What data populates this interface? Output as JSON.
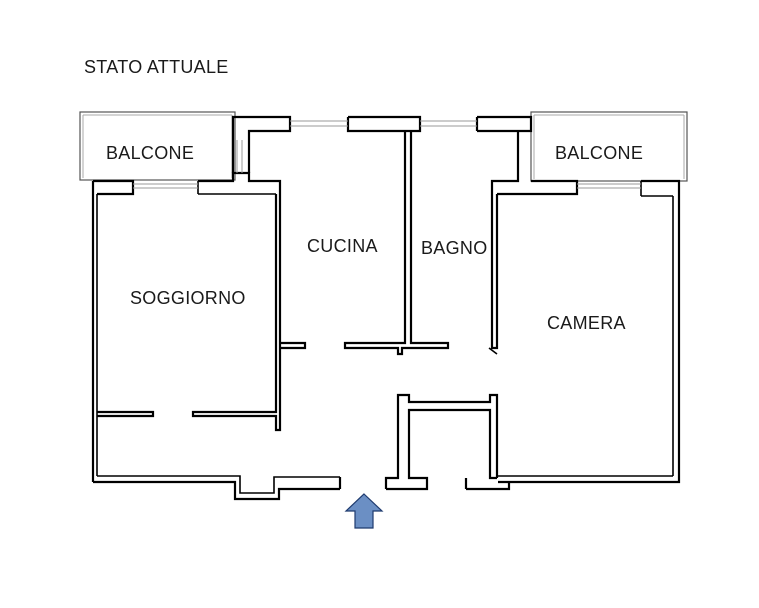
{
  "title": "STATO ATTUALE",
  "rooms": {
    "balcone_left": "BALCONE",
    "balcone_right": "BALCONE",
    "cucina": "CUCINA",
    "bagno": "BAGNO",
    "soggiorno": "SOGGIORNO",
    "camera": "CAMERA"
  },
  "colors": {
    "walls": "#000000",
    "entrance_arrow": "#6b8fc4",
    "windows": "#9a9a9a"
  },
  "icons": {
    "entrance": "up-arrow-icon"
  }
}
